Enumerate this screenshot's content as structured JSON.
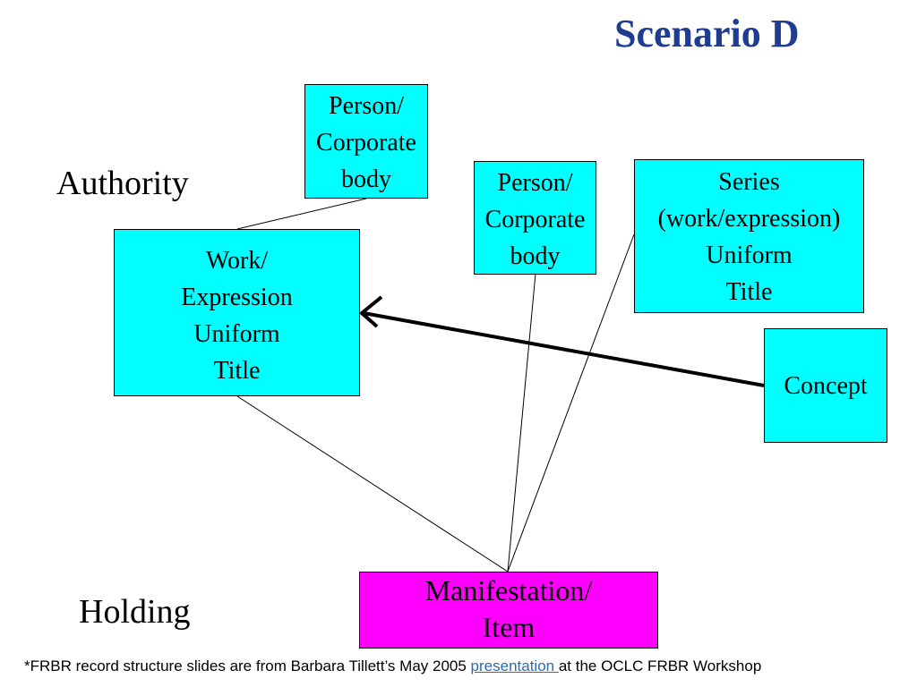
{
  "slide": {
    "title": "Scenario D",
    "labels": {
      "authority": "Authority",
      "holding": "Holding"
    }
  },
  "boxes": {
    "person_top": [
      "Person/",
      "Corporate",
      "body"
    ],
    "person_mid": [
      "Person/",
      "Corporate",
      "body"
    ],
    "series": [
      "Series",
      "(work/expression)",
      "Uniform",
      "Title"
    ],
    "work": [
      "Work/",
      "Expression",
      "Uniform",
      "Title"
    ],
    "concept": [
      "Concept"
    ],
    "manifestation": [
      "Manifestation/",
      "Item"
    ]
  },
  "colors": {
    "title": "#1f3c93",
    "authority_box_fill": "#00ffff",
    "holding_box_fill": "#ff00ff",
    "link": "#2a6bb3"
  },
  "footnote": {
    "before": "*FRBR record structure slides are from Barbara Tillett’s May 2005 ",
    "link_text": "presentation ",
    "after": "at the OCLC FRBR Workshop"
  }
}
